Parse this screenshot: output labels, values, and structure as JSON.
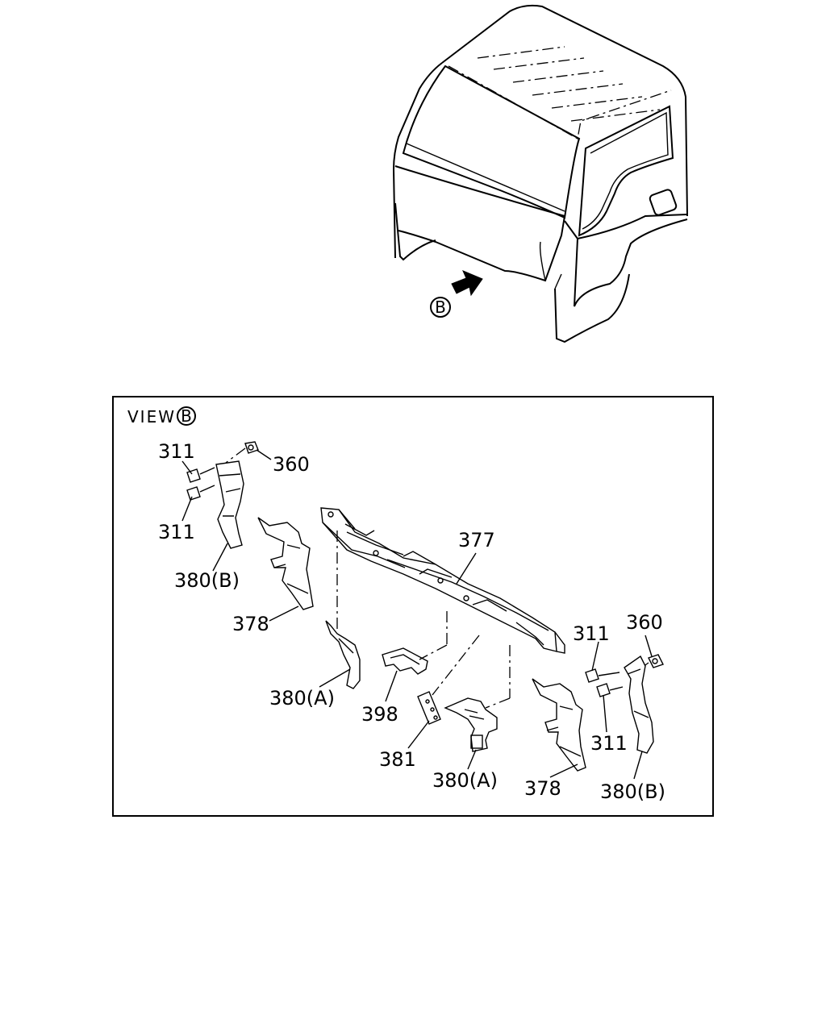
{
  "cab": {
    "view_marker": "B"
  },
  "view": {
    "title_prefix": "VIEW",
    "marker": "B"
  },
  "callouts": {
    "bolt_left_top": "311",
    "bolt_left_bottom": "311",
    "nut_left": "360",
    "bracket_b_left": "380(B)",
    "stay_left": "378",
    "bracket_a_left": "380(A)",
    "crossmember": "377",
    "plate_398": "398",
    "pad_381": "381",
    "bracket_a_right": "380(A)",
    "stay_right": "378",
    "bolt_right_top": "311",
    "nut_right": "360",
    "bolt_right_bottom": "311",
    "bracket_b_right": "380(B)"
  }
}
